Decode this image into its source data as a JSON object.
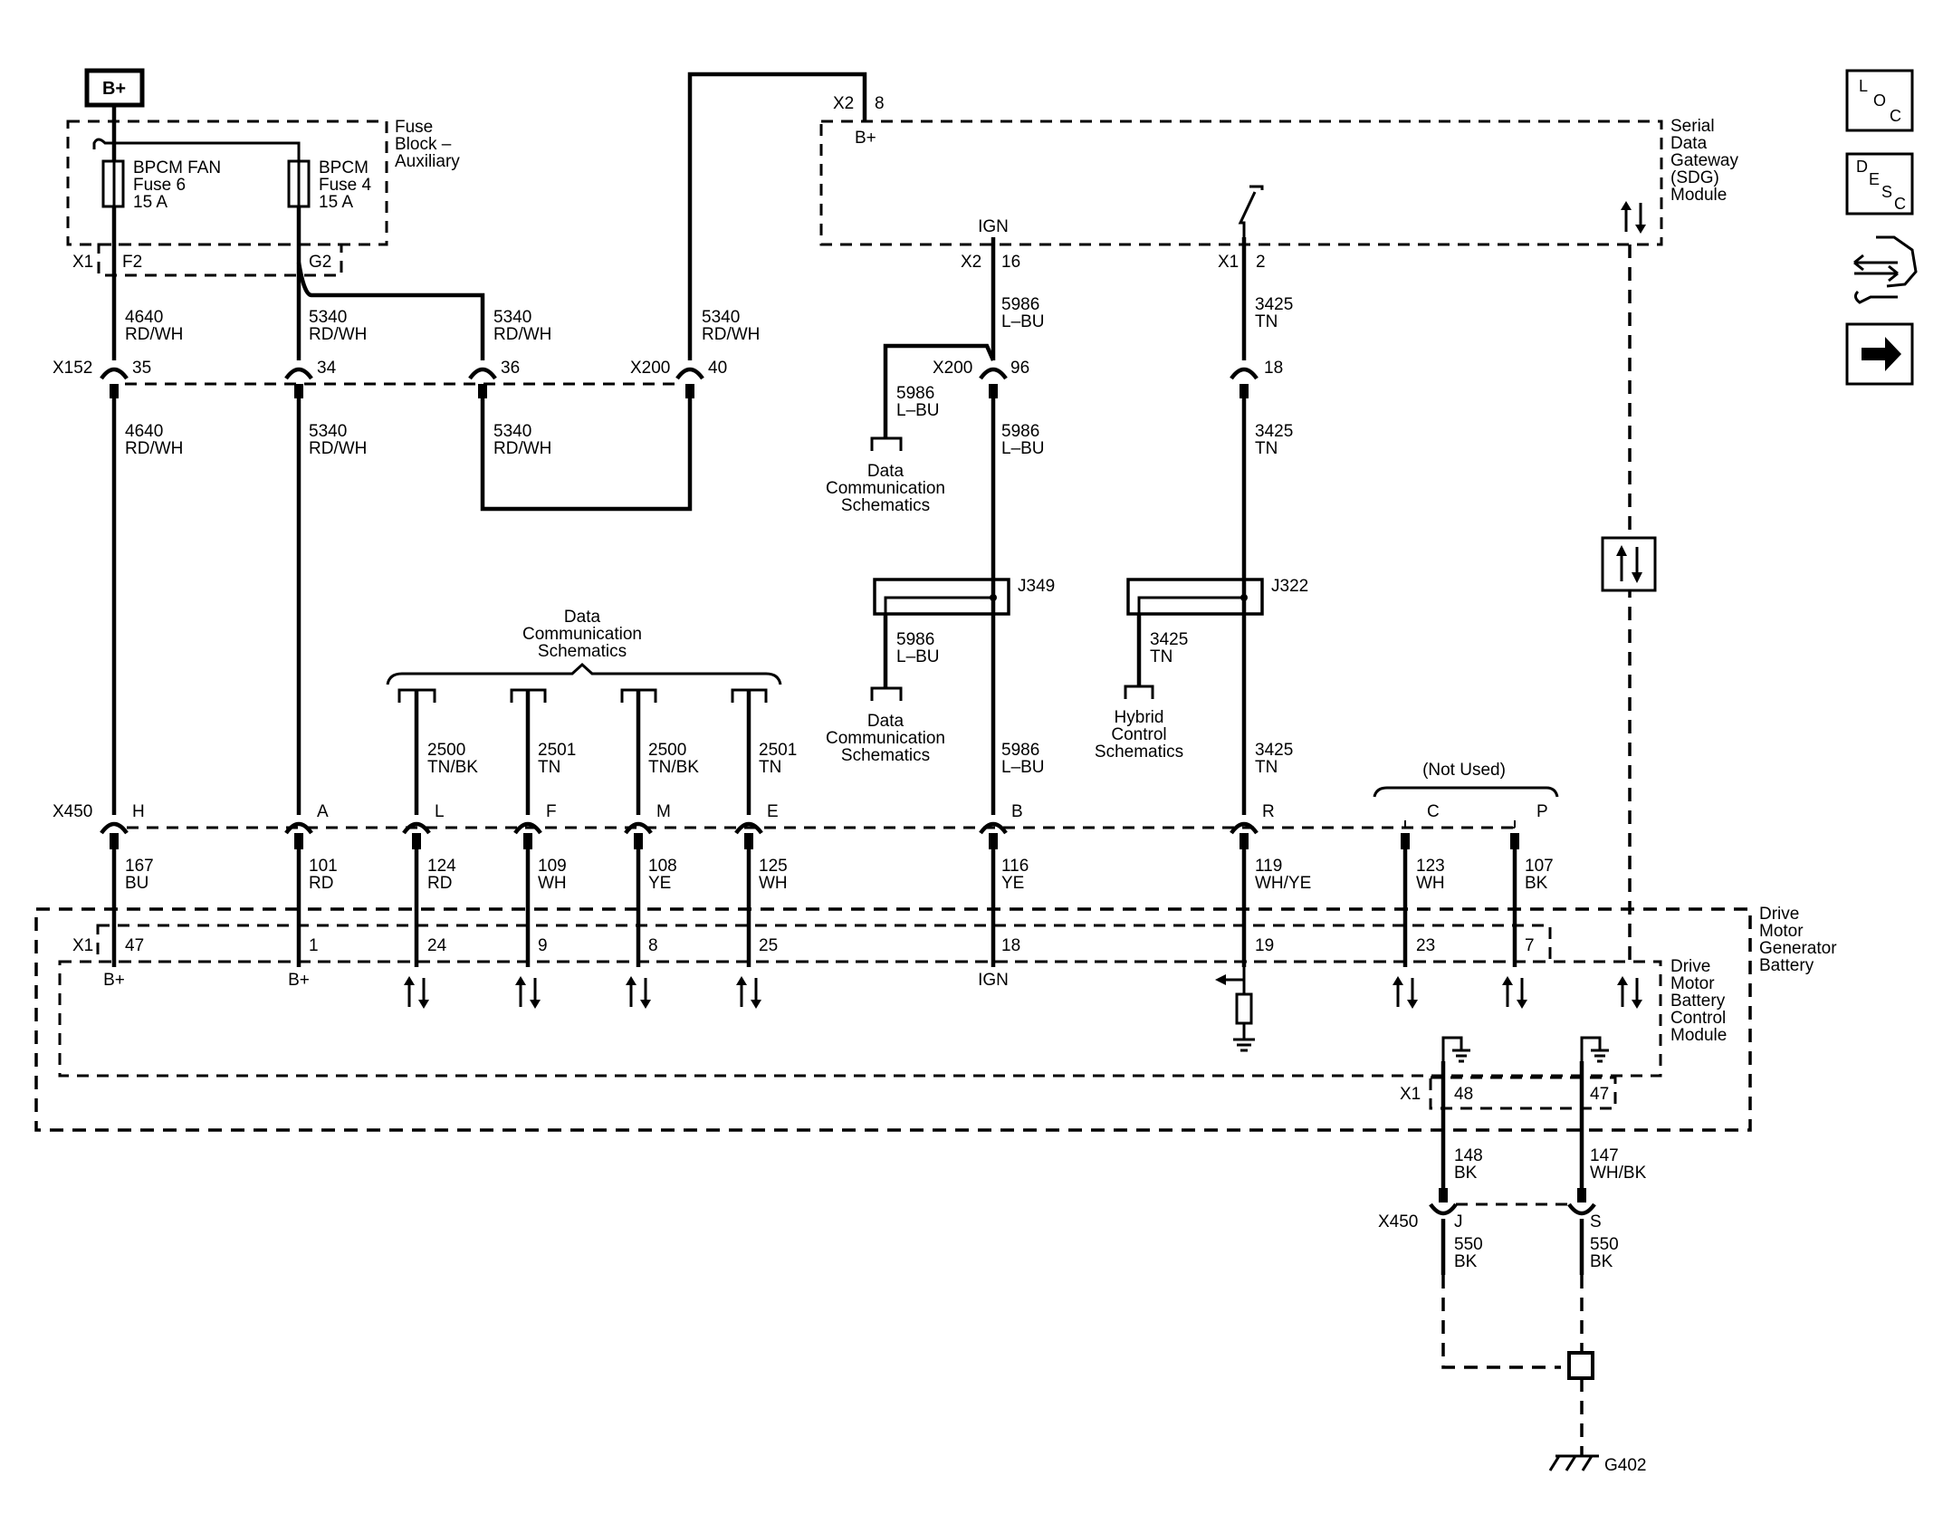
{
  "supply": {
    "bplus": "B+"
  },
  "fuse_block": {
    "title_lines": [
      "Fuse",
      "Block –",
      "Auxiliary"
    ],
    "fuse6_lines": [
      "BPCM FAN",
      "Fuse 6",
      "15 A"
    ],
    "fuse4_lines": [
      "BPCM",
      "Fuse 4",
      "15 A"
    ],
    "conn": "X1",
    "pin_f2": "F2",
    "pin_g2": "G2"
  },
  "sdg": {
    "title_lines": [
      "Serial",
      "Data",
      "Gateway",
      "(SDG)",
      "Module"
    ],
    "x2": "X2",
    "pin8": "8",
    "bplus": "B+",
    "ign": "IGN",
    "x2b": "X2",
    "pin16": "16",
    "x1": "X1",
    "pin2": "2"
  },
  "x152": {
    "label": "X152",
    "pins": [
      "35",
      "34",
      "36"
    ]
  },
  "x200": {
    "label": "X200",
    "pin40": "40",
    "label2": "X200",
    "pin96": "96",
    "pin18": "18"
  },
  "wires": {
    "w4640_a": [
      "4640",
      "RD/WH"
    ],
    "w5340_a": [
      "5340",
      "RD/WH"
    ],
    "w5340_b": [
      "5340",
      "RD/WH"
    ],
    "w5340_c": [
      "5340",
      "RD/WH"
    ],
    "w4640_b": [
      "4640",
      "RD/WH"
    ],
    "w5340_d": [
      "5340",
      "RD/WH"
    ],
    "w5340_e": [
      "5340",
      "RD/WH"
    ],
    "w5986_a": [
      "5986",
      "L–BU"
    ],
    "w5986_b": [
      "5986",
      "L–BU"
    ],
    "w5986_c": [
      "5986",
      "L–BU"
    ],
    "w5986_d": [
      "5986",
      "L–BU"
    ],
    "w5986_e": [
      "5986",
      "L–BU"
    ],
    "w3425_a": [
      "3425",
      "TN"
    ],
    "w3425_b": [
      "3425",
      "TN"
    ],
    "w3425_c": [
      "3425",
      "TN"
    ],
    "w3425_d": [
      "3425",
      "TN"
    ],
    "w2500_a": [
      "2500",
      "TN/BK"
    ],
    "w2501_a": [
      "2501",
      "TN"
    ],
    "w2500_b": [
      "2500",
      "TN/BK"
    ],
    "w2501_b": [
      "2501",
      "TN"
    ],
    "w167": [
      "167",
      "BU"
    ],
    "w101": [
      "101",
      "RD"
    ],
    "w124": [
      "124",
      "RD"
    ],
    "w109": [
      "109",
      "WH"
    ],
    "w108": [
      "108",
      "YE"
    ],
    "w125": [
      "125",
      "WH"
    ],
    "w116": [
      "116",
      "YE"
    ],
    "w119": [
      "119",
      "WH/YE"
    ],
    "w123": [
      "123",
      "WH"
    ],
    "w107": [
      "107",
      "BK"
    ],
    "w148": [
      "148",
      "BK"
    ],
    "w147": [
      "147",
      "WH/BK"
    ],
    "w550_a": [
      "550",
      "BK"
    ],
    "w550_b": [
      "550",
      "BK"
    ]
  },
  "refs": {
    "data_comm_1": [
      "Data",
      "Communication",
      "Schematics"
    ],
    "data_comm_2": [
      "Data",
      "Communication",
      "Schematics"
    ],
    "data_comm_top": [
      "Data",
      "Communication",
      "Schematics"
    ],
    "hybrid": [
      "Hybrid",
      "Control",
      "Schematics"
    ]
  },
  "splices": {
    "j349": "J349",
    "j322": "J322"
  },
  "x450": {
    "label": "X450",
    "pins": [
      "H",
      "A",
      "L",
      "F",
      "M",
      "E",
      "B",
      "R",
      "C",
      "P"
    ],
    "not_used": "(Not Used)",
    "label2": "X450",
    "pin_j": "J",
    "pin_s": "S"
  },
  "dmgb": {
    "title_lines": [
      "Drive",
      "Motor",
      "Generator",
      "Battery"
    ]
  },
  "bpcm": {
    "title_lines": [
      "Drive",
      "Motor",
      "Battery",
      "Control",
      "Module"
    ],
    "x1": "X1",
    "pins": [
      "47",
      "1",
      "24",
      "9",
      "8",
      "25",
      "18",
      "19",
      "23",
      "7"
    ],
    "bplus1": "B+",
    "bplus2": "B+",
    "ign": "IGN",
    "x1b": "X1",
    "pin48": "48",
    "pin47": "47"
  },
  "ground": {
    "label": "G402"
  },
  "side_icons": [
    {
      "name": "loc-icon",
      "letters": [
        "L",
        "O",
        "C"
      ]
    },
    {
      "name": "desc-icon",
      "letters": [
        "D",
        "E",
        "S",
        "C"
      ]
    },
    {
      "name": "connector-end-view-icon"
    },
    {
      "name": "next-page-arrow-icon"
    }
  ]
}
